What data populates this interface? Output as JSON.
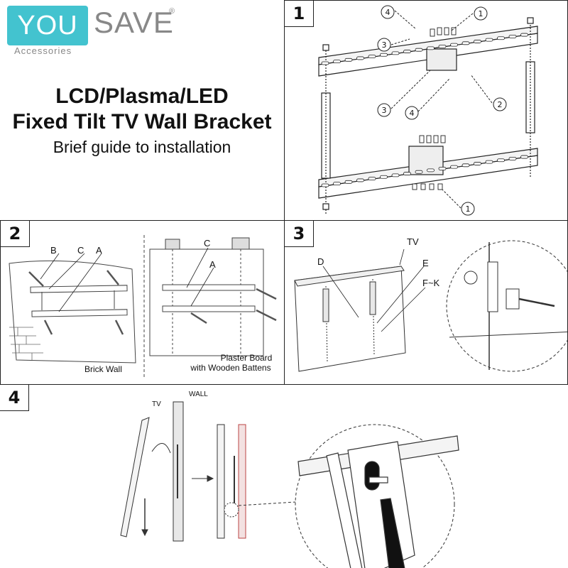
{
  "brand": {
    "you": "YOU",
    "save": "SAVE",
    "reg": "®",
    "sub": "Accessories",
    "accent": "#43c3cf"
  },
  "title": {
    "line1": "LCD/Plasma/LED",
    "line2": "Fixed Tilt TV Wall Bracket",
    "line3": "Brief guide to installation"
  },
  "step1": {
    "number": "1",
    "callouts": [
      "1",
      "2",
      "3",
      "4",
      "3",
      "4",
      "1"
    ]
  },
  "step2": {
    "number": "2",
    "labels": {
      "b": "B",
      "c": "C",
      "a": "A",
      "c2": "C",
      "a2": "A"
    },
    "caption_left": "Brick Wall",
    "caption_right_1": "Plaster Board",
    "caption_right_2": "with Wooden Battens"
  },
  "step3": {
    "number": "3",
    "labels": {
      "tv": "TV",
      "d": "D",
      "e": "E",
      "fk": "F~K"
    }
  },
  "step4": {
    "number": "4",
    "labels": {
      "tv": "TV",
      "wall": "WALL"
    }
  }
}
